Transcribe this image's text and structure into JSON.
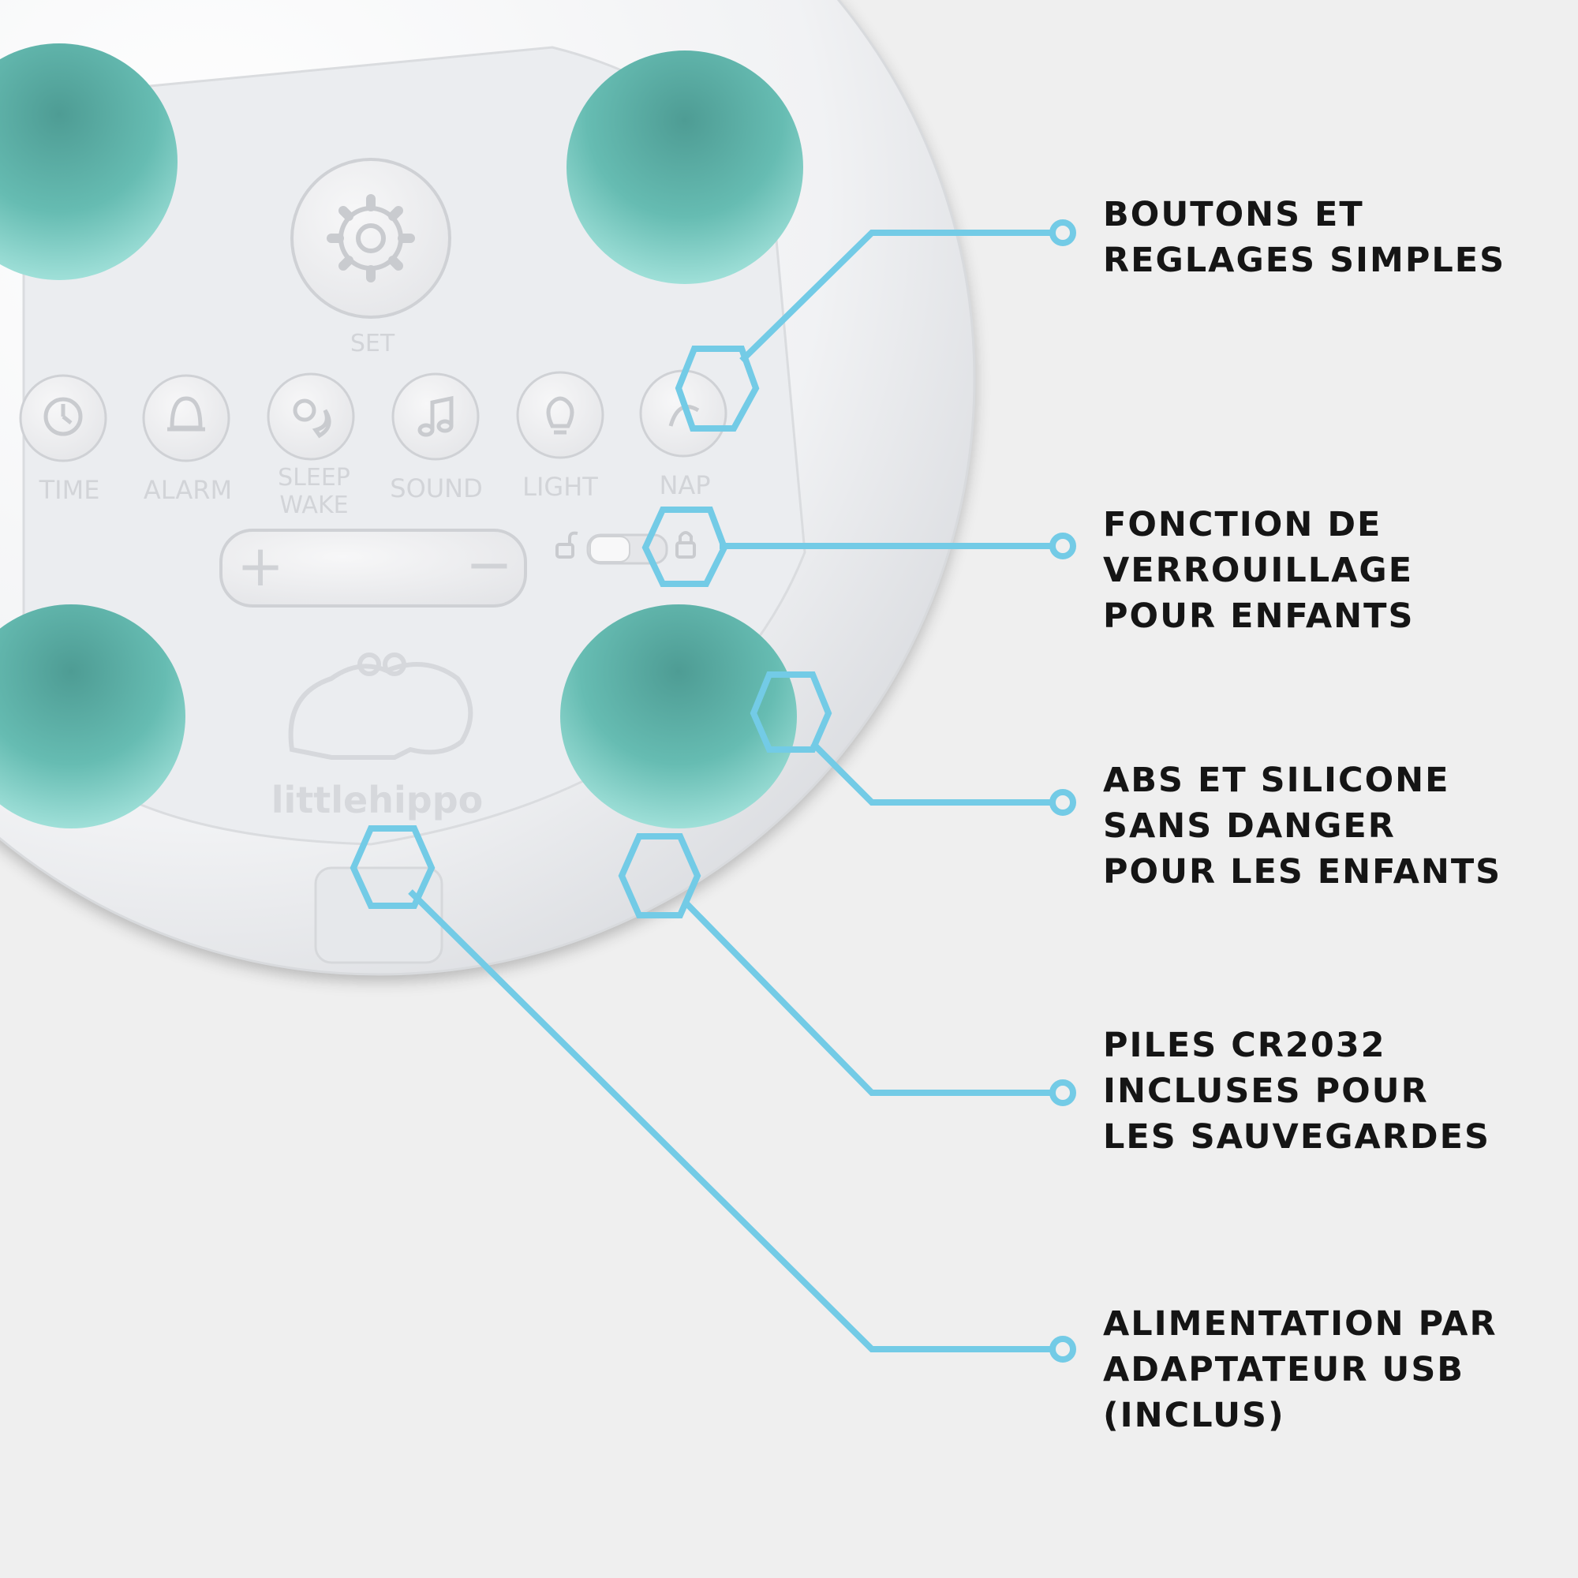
{
  "colors": {
    "background": "#efefef",
    "accent": "#73cbe6",
    "device_body": "#f3f4f6",
    "button_teal": "#62b7ad",
    "label_text": "#151515"
  },
  "device": {
    "set_label": "SET",
    "set_icon": "gear-icon",
    "buttons": [
      {
        "label": "TIME",
        "icon": "clock-icon"
      },
      {
        "label": "ALARM",
        "icon": "bell-icon"
      },
      {
        "label": "SLEEP WAKE",
        "label_lines": [
          "SLEEP",
          "WAKE"
        ],
        "icon": "sun-moon-icon"
      },
      {
        "label": "SOUND",
        "icon": "music-note-icon"
      },
      {
        "label": "LIGHT",
        "icon": "light-bulb-icon"
      },
      {
        "label": "NAP",
        "icon": "nap-icon"
      }
    ],
    "volume": {
      "plus": "+",
      "minus": "−"
    },
    "lock_switch": {
      "unlocked_icon": "unlock-icon",
      "locked_icon": "lock-icon"
    },
    "brand": "littlehippo",
    "brand_icon": "hippo-logo-icon"
  },
  "callouts": [
    {
      "id": "buttons",
      "lines": [
        "BOUTONS ET",
        "REGLAGES SIMPLES"
      ]
    },
    {
      "id": "lock",
      "lines": [
        "FONCTION DE",
        "VERROUILLAGE",
        "POUR ENFANTS"
      ]
    },
    {
      "id": "material",
      "lines": [
        "ABS ET SILICONE",
        "SANS DANGER",
        "POUR LES ENFANTS"
      ]
    },
    {
      "id": "battery",
      "lines": [
        "PILES CR2032",
        "INCLUSES POUR",
        "LES SAUVEGARDES"
      ]
    },
    {
      "id": "power",
      "lines": [
        "ALIMENTATION PAR",
        "ADAPTATEUR USB",
        "(INCLUS)"
      ]
    }
  ]
}
